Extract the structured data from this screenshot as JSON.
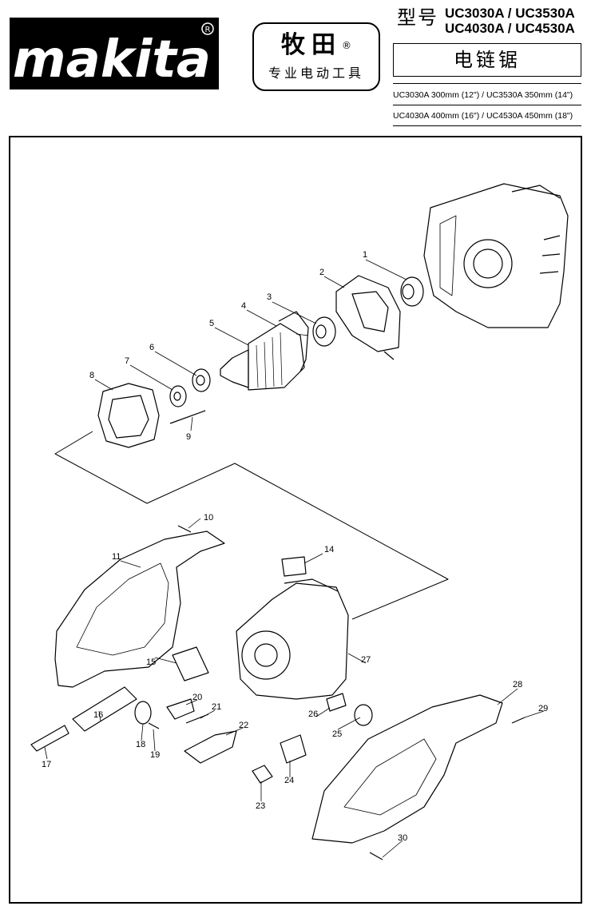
{
  "header": {
    "brand_wordmark": "makita",
    "registered_mark": "®",
    "cn_brand_name": "牧田",
    "cn_brand_tagline": "专业电动工具",
    "model_label": "型号",
    "model_row_1": "UC3030A / UC3530A",
    "model_row_2": "UC4030A / UC4530A",
    "product_title": "电链锯",
    "spec_line_1": "UC3030A 300mm (12\") / UC3530A 350mm (14\")",
    "spec_line_2": "UC4030A 400mm (16\") / UC4530A 450mm (18\")"
  },
  "diagram": {
    "part_numbers": [
      "1",
      "2",
      "3",
      "4",
      "5",
      "6",
      "7",
      "8",
      "9",
      "10",
      "11",
      "14",
      "15",
      "16",
      "17",
      "18",
      "19",
      "20",
      "21",
      "22",
      "23",
      "24",
      "25",
      "26",
      "27",
      "28",
      "29",
      "30"
    ]
  }
}
